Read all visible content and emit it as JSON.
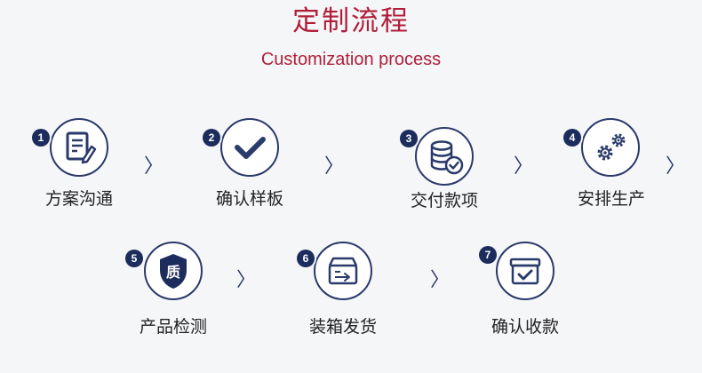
{
  "header": {
    "title": "定制流程",
    "subtitle": "Customization process"
  },
  "steps": [
    {
      "number": "1",
      "label": "方案沟通",
      "icon": "document-edit-icon"
    },
    {
      "number": "2",
      "label": "确认样板",
      "icon": "checkmark-icon"
    },
    {
      "number": "3",
      "label": "交付款项",
      "icon": "database-check-icon"
    },
    {
      "number": "4",
      "label": "安排生产",
      "icon": "gears-icon"
    },
    {
      "number": "5",
      "label": "产品检测",
      "icon": "quality-shield-icon"
    },
    {
      "number": "6",
      "label": "装箱发货",
      "icon": "box-shipping-icon"
    },
    {
      "number": "7",
      "label": "确认收款",
      "icon": "box-check-icon"
    }
  ],
  "arrow_glyph": "〉",
  "quality_glyph": "质",
  "colors": {
    "accent": "#b01f3a",
    "icon_navy": "#2a3a6a",
    "badge": "#1c2c5c",
    "background": "#f5f6f8"
  }
}
